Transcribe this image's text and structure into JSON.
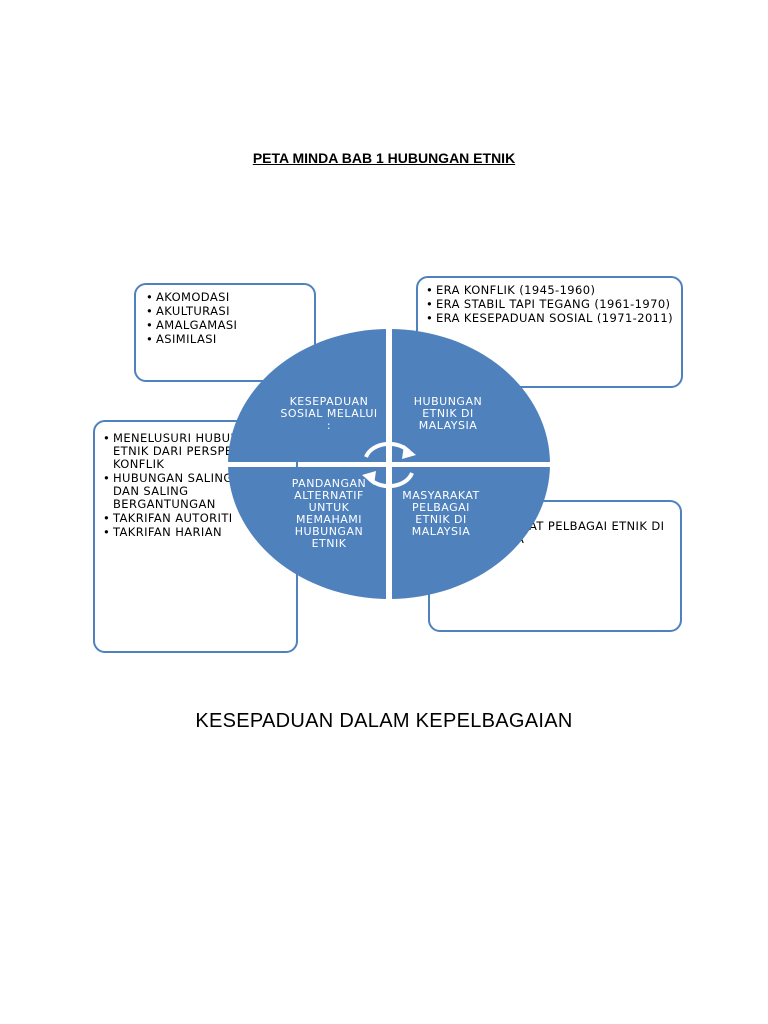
{
  "title": "PETA MINDA BAB 1 HUBUNGAN ETNIK",
  "boxes": {
    "top_left": [
      "AKOMODASI",
      "AKULTURASI",
      "AMALGAMASI",
      "ASIMILASI"
    ],
    "top_right": [
      "ERA KONFLIK (1945-1960)",
      "ERA STABIL TAPI TEGANG (1961-1970)",
      "ERA KESEPADUAN SOSIAL (1971-2011)"
    ],
    "bottom_left": [
      "MENELUSURI HUBUNGAN ETNIK DARI PERSPEKTIF KONFLIK",
      "HUBUNGAN SALING TERKAIT DAN SALING BERGANTUNGAN",
      "TAKRIFAN AUTORITI",
      "TAKRIFAN HARIAN"
    ],
    "bottom_right": [
      "MASYARAKAT PELBAGAI ETNIK DI MALAYSIA"
    ]
  },
  "quadrants": {
    "top_left": "KESEPADUAN SOSIAL MELALUI :",
    "top_right": "HUBUNGAN ETNIK DI MALAYSIA",
    "bottom_left": "PANDANGAN ALTERNATIF UNTUK MEMAHAMI HUBUNGAN ETNIK",
    "bottom_right": "MASYARAKAT PELBAGAI ETNIK  DI MALAYSIA"
  },
  "bottom_text": "KESEPADUAN DALAM KEPELBAGAIAN",
  "colors": {
    "quadrant_fill": "#4f81bd",
    "box_border": "#4f81bd"
  }
}
